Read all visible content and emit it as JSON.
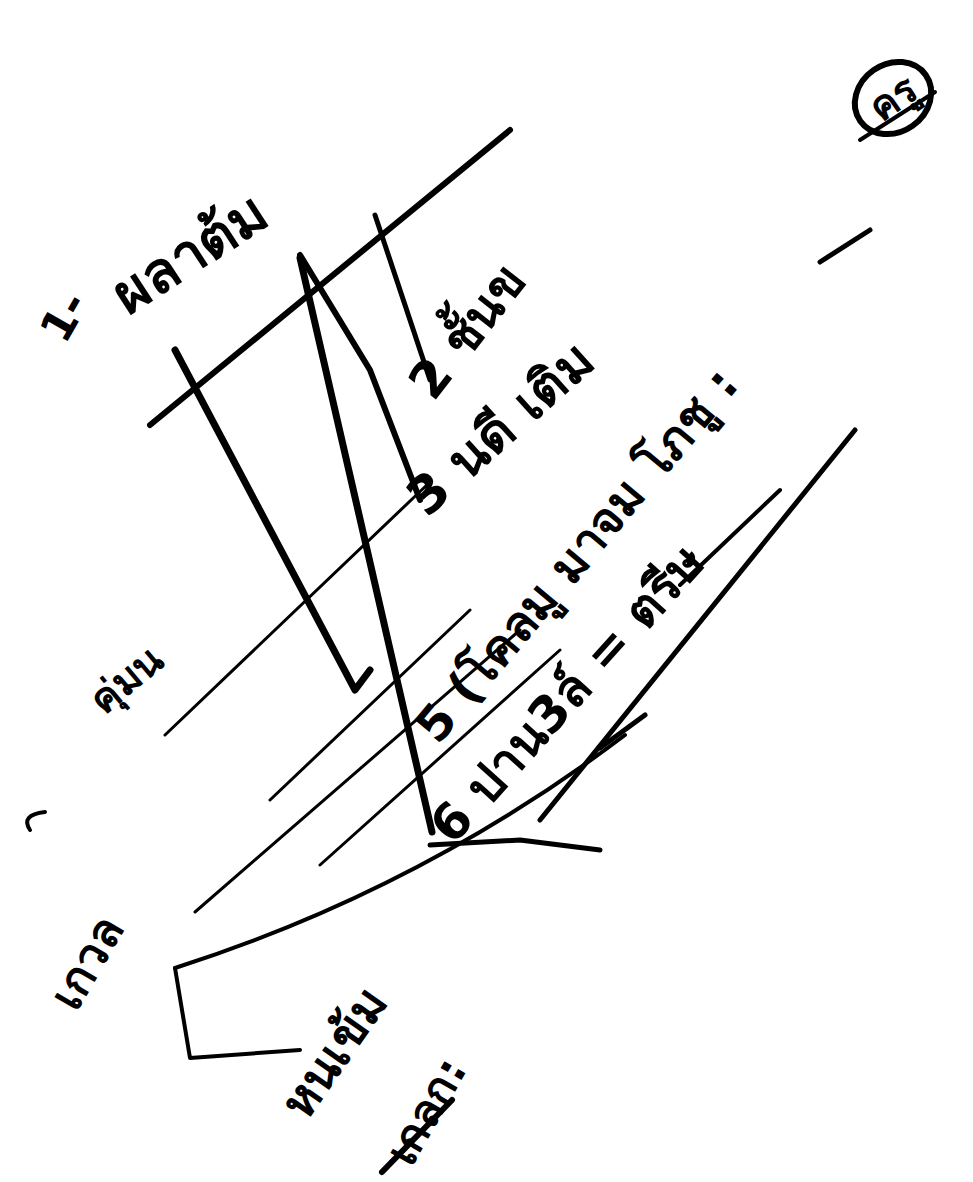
{
  "diagram": {
    "nodes": [
      {
        "text": [
          "ครู"
        ]
      }
    ],
    "labels": [
      "1-",
      "ผลาต้ม",
      "2 ชั้นข",
      "3 นดี เติม",
      "5 (โคลมู มาจม โภชู :",
      "6 ปาน3ล์ = ตรีษ",
      "คุ่มน",
      "เกวล",
      "หนเข้ม",
      "เกลก:"
    ]
  }
}
